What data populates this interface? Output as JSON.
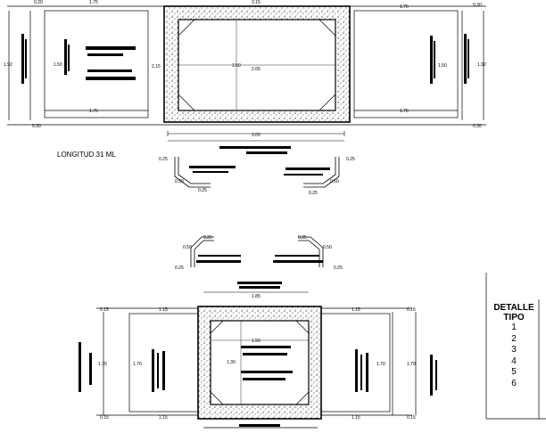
{
  "top_plan": {
    "dims": {
      "top_left_a": "0.20",
      "top_left_b": "1.75",
      "top_center": "3.15",
      "top_right_a": "1.75",
      "top_right_b": "0.30",
      "left_height": "1.92",
      "left_inner_height": "1.50",
      "inner_height_center": "1.50",
      "inner_width_center": "2.65",
      "left_side_height": "2.15",
      "right_inner_height": "1.50",
      "right_height": "1.92",
      "bottom_left_a": "0.30",
      "bottom_left_b": "1.75",
      "bottom_center": "3.00",
      "bottom_right_a": "1.75",
      "bottom_right_b": "0.30"
    }
  },
  "longitud_label": "LONGITUD 31 ML",
  "haunch_top": {
    "left_dims": [
      "0.25",
      "0.50",
      "0.25"
    ],
    "right_dims": [
      "0.25",
      "0.50",
      "0.25"
    ]
  },
  "haunch_bottom": {
    "left_dims": [
      "0.25",
      "0.50",
      "0.25"
    ],
    "right_dims": [
      "0.25",
      "0.50",
      "0.25"
    ],
    "center_dim": "1.85"
  },
  "bottom_plan": {
    "dims": {
      "top_left_a": "0.15",
      "top_left_b": "1.15",
      "top_right_a": "1.15",
      "top_right_b": "0.15",
      "left_height": "1.70",
      "left_inner_height": "1.70",
      "inner_width_center": "1.50",
      "inner_height_center": "1.30",
      "right_inner_height": "1.70",
      "right_height": "1.70",
      "bottom_left_a": "0.15",
      "bottom_left_b": "1.15",
      "bottom_right_a": "1.15",
      "bottom_right_b": "0.15"
    }
  },
  "detail_table": {
    "title_line1": "DETALLE",
    "title_line2": "TIPO",
    "rows": [
      "1",
      "2",
      "3",
      "4",
      "5",
      "6"
    ]
  }
}
